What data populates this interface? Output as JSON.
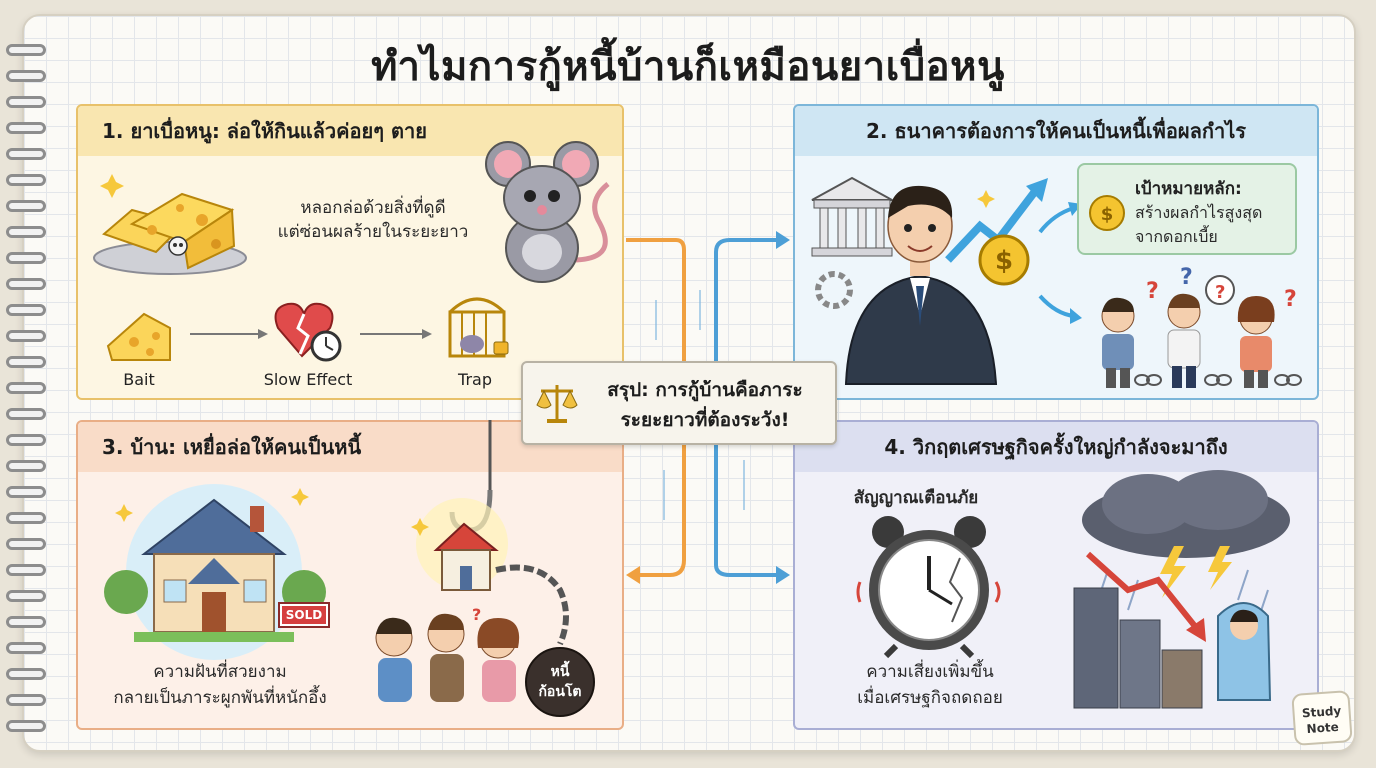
{
  "title": "ทำไมการกู้หนี้บ้านก็เหมือนยาเบื่อหนู",
  "panel1": {
    "heading": "1. ยาเบื่อหนู: ล่อให้กินแล้วค่อยๆ ตาย",
    "description_line1": "หลอกล่อด้วยสิ่งที่ดูดี",
    "description_line2": "แต่ซ่อนผลร้ายในระยะยาว",
    "steps": [
      "Bait",
      "Slow Effect",
      "Trap"
    ]
  },
  "panel2": {
    "heading": "2. ธนาคารต้องการให้คนเป็นหนี้เพื่อผลกำไร",
    "goal_title": "เป้าหมายหลัก:",
    "goal_line1": "สร้างผลกำไรสูงสุด",
    "goal_line2": "จากดอกเบี้ย"
  },
  "panel3": {
    "heading": "3. บ้าน: เหยื่อล่อให้คนเป็นหนี้",
    "sold_sign": "SOLD",
    "ball_line1": "หนี้",
    "ball_line2": "ก้อนโต",
    "caption_line1": "ความฝันที่สวยงาม",
    "caption_line2": "กลายเป็นภาระผูกพันที่หนักอึ้ง"
  },
  "panel4": {
    "heading": "4. วิกฤตเศรษฐกิจครั้งใหญ่กำลังจะมาถึง",
    "alarm_label": "สัญญาณเตือนภัย",
    "caption_line1": "ความเสี่ยงเพิ่มขึ้น",
    "caption_line2": "เมื่อเศรษฐกิจถดถอย"
  },
  "summary": {
    "line1": "สรุป: การกู้บ้านคือภาระ",
    "line2": "ระยะยาวที่ต้องระวัง!"
  },
  "badge": {
    "line1": "Study",
    "line2": "Note"
  },
  "colors": {
    "panel1": "#f9e6b0",
    "panel2": "#cfe6f3",
    "panel3": "#f9dcc8",
    "panel4": "#dcdff0",
    "arrow_orange": "#f0a040",
    "arrow_blue": "#4d9fd6"
  },
  "icons": [
    "cheese-icon",
    "mouse-icon",
    "broken-heart-icon",
    "cage-icon",
    "bank-icon",
    "banker-icon",
    "coin-icon",
    "house-icon",
    "hook-icon",
    "debt-ball-icon",
    "alarm-clock-icon",
    "storm-cloud-icon",
    "scale-icon"
  ]
}
